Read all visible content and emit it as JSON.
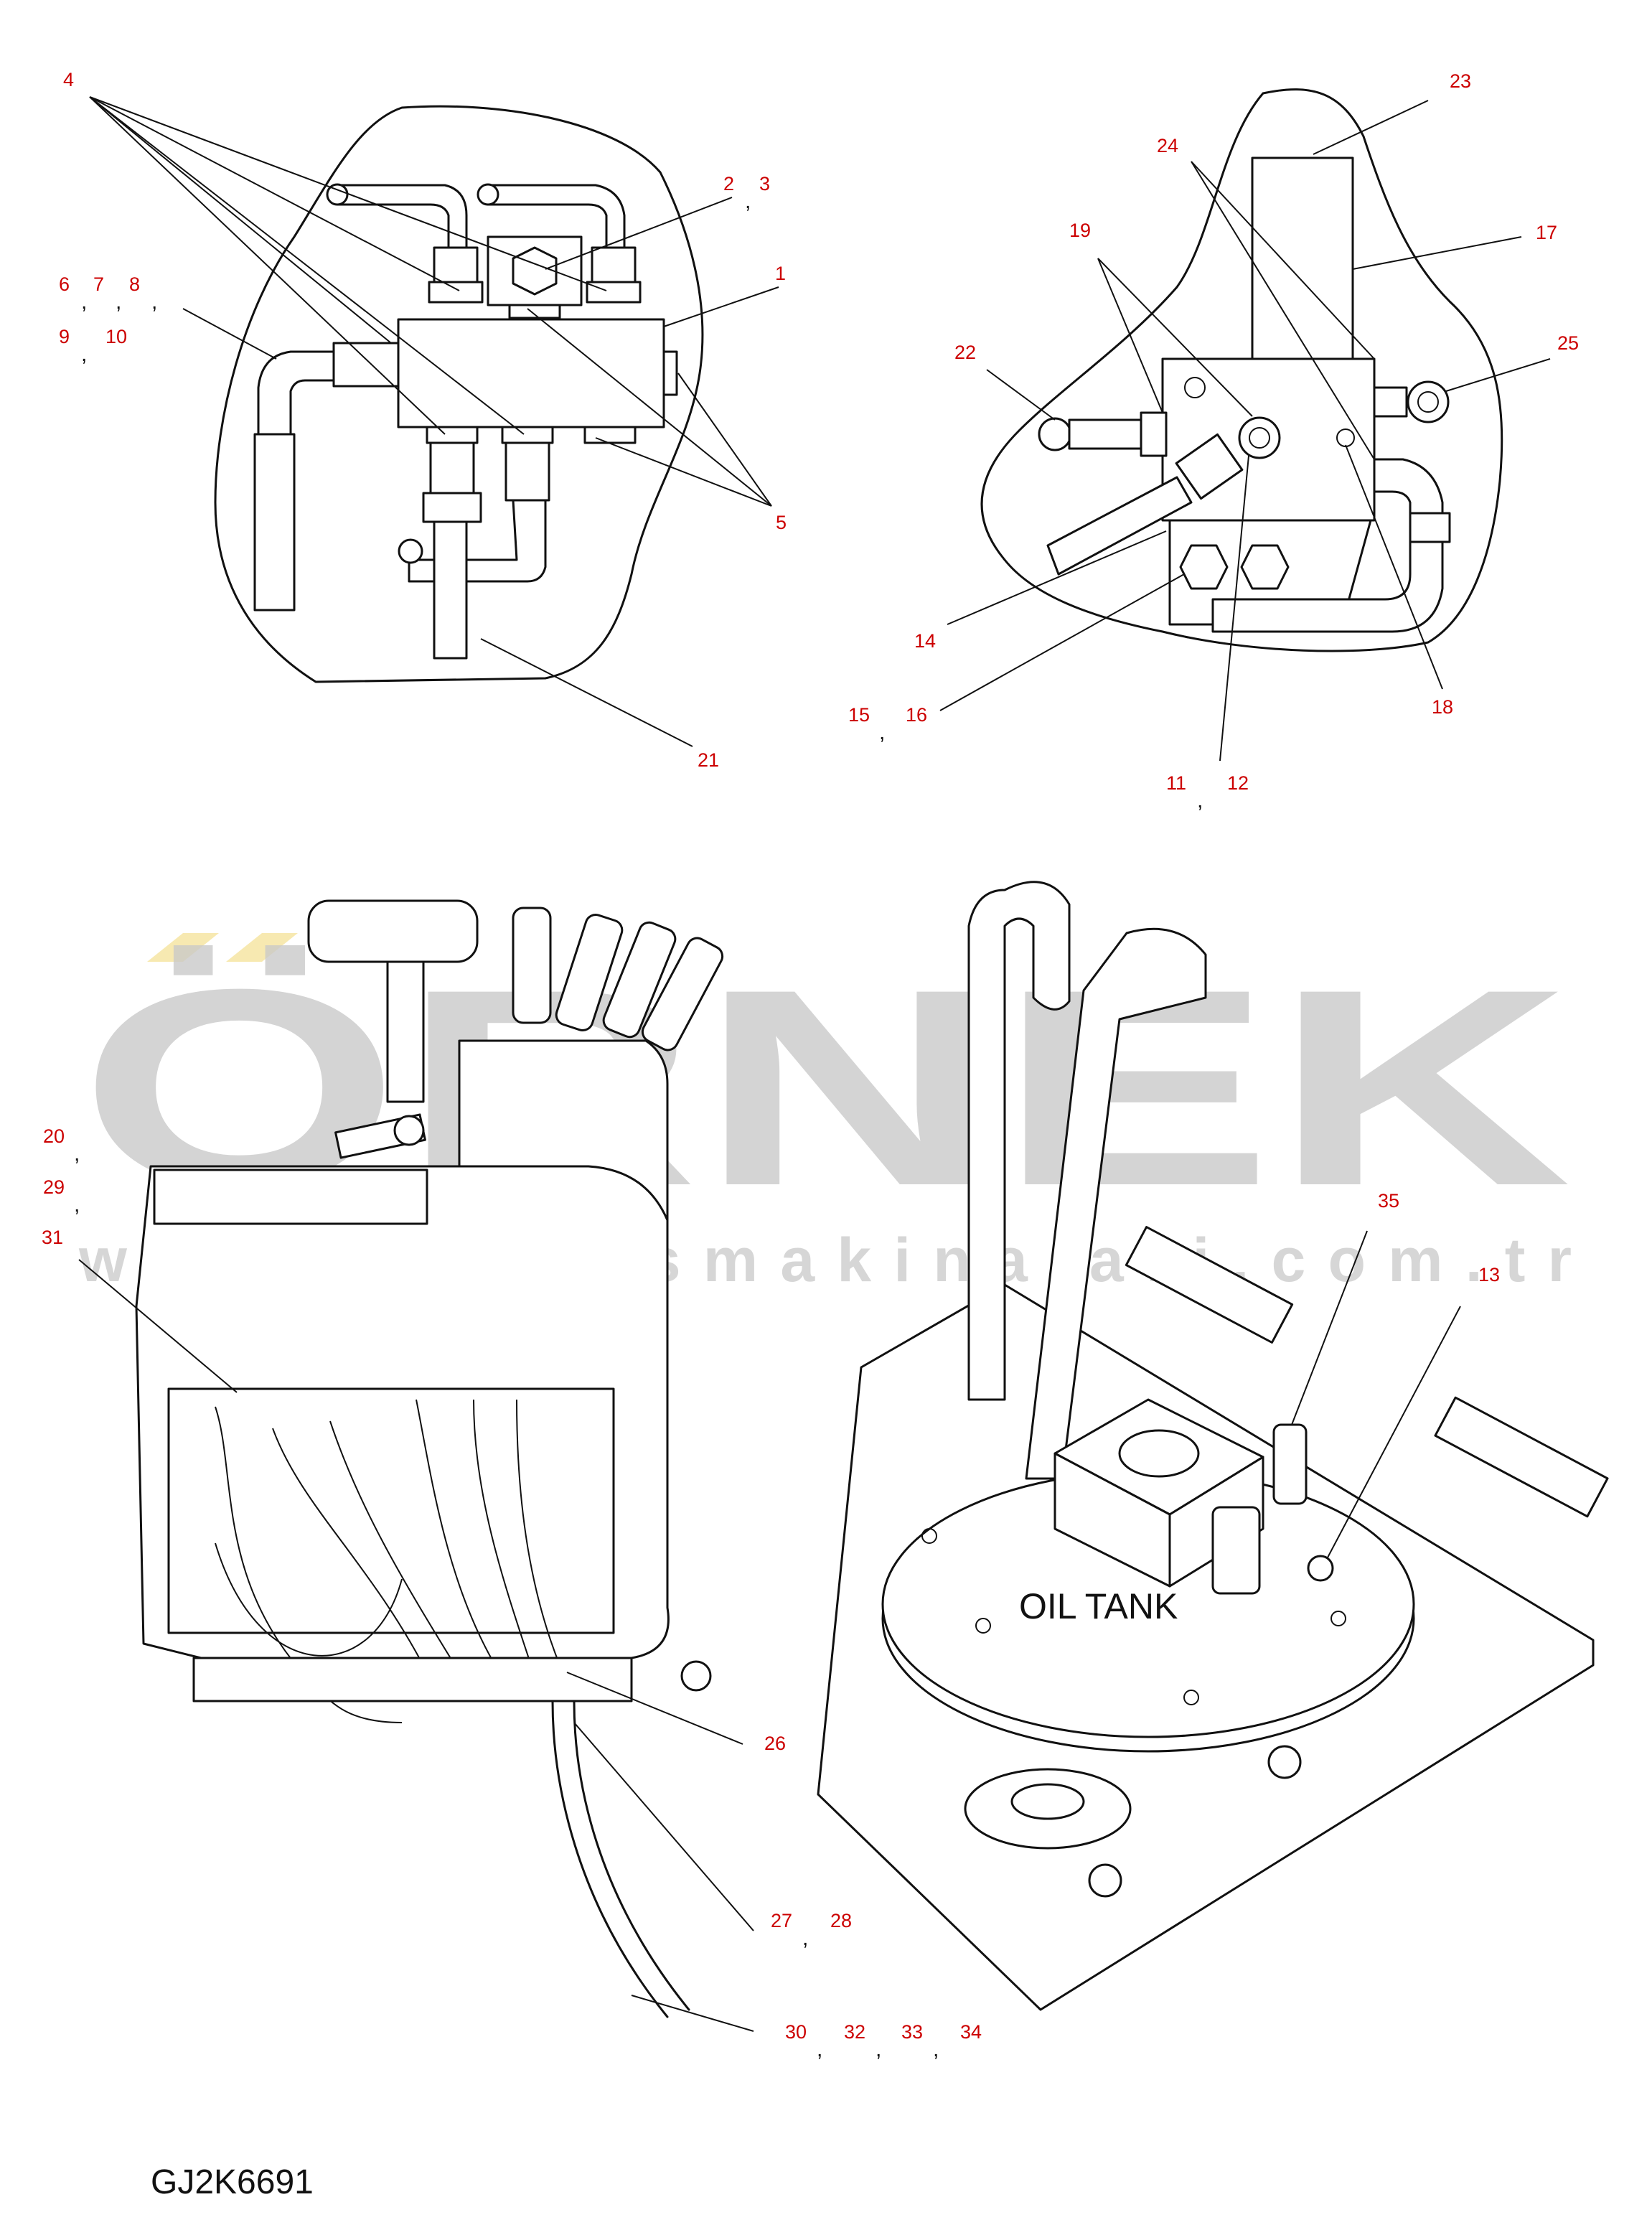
{
  "drawing_code": "GJ2K6691",
  "tank_label": "OIL TANK",
  "watermark": {
    "brand": "ÖRNEK",
    "url": "www.ornekismakinalari.com.tr"
  },
  "separator": ",",
  "callouts": {
    "c1": "1",
    "c2": "2",
    "c3": "3",
    "c4": "4",
    "c5": "5",
    "c6": "6",
    "c7": "7",
    "c8": "8",
    "c9": "9",
    "c10": "10",
    "c11": "11",
    "c12": "12",
    "c13": "13",
    "c14": "14",
    "c15": "15",
    "c16": "16",
    "c17": "17",
    "c18": "18",
    "c19": "19",
    "c20": "20",
    "c21": "21",
    "c22": "22",
    "c23": "23",
    "c24": "24",
    "c25": "25",
    "c26": "26",
    "c27": "27",
    "c28": "28",
    "c29": "29",
    "c30": "30",
    "c31": "31",
    "c32": "32",
    "c33": "33",
    "c34": "34",
    "c35": "35"
  },
  "colors": {
    "callout": "#cc0000",
    "line": "#111111",
    "watermark_gray": "#c9c9c9",
    "watermark_yellow": "#f6e7a8"
  }
}
